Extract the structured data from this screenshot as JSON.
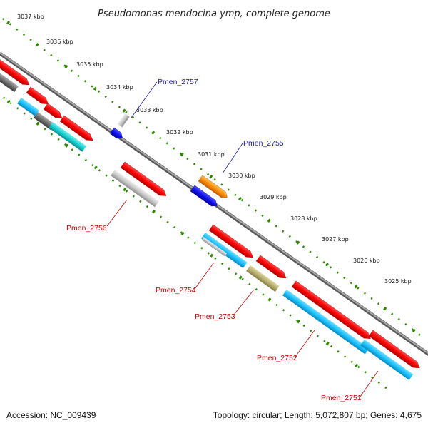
{
  "title": "Pseudomonas mendocina ymp, complete genome",
  "footer": {
    "accession": "Accession: NC_009439",
    "stats": "Topology: circular; Length: 5,072,807 bp; Genes: 4,675"
  },
  "ruler": {
    "unit": "kbp",
    "ticks": [
      "3037 kbp",
      "3036 kbp",
      "3035 kbp",
      "3034 kbp",
      "3033 kbp",
      "3032 kbp",
      "3031 kbp",
      "3030 kbp",
      "3029 kbp",
      "3028 kbp",
      "3027 kbp",
      "3026 kbp",
      "3025 kbp"
    ]
  },
  "genes": {
    "forward_labels": [
      "Pmen_2757",
      "Pmen_2755"
    ],
    "reverse_labels": [
      "Pmen_2756",
      "Pmen_2754",
      "Pmen_2753",
      "Pmen_2752",
      "Pmen_2751"
    ]
  },
  "colors": {
    "forward_label": "#1a1aaa",
    "reverse_label": "#cc0000",
    "tick_marks": "#2e8b00",
    "backbone": "#808080",
    "cds": "#ff0000",
    "gene_blue": "#1e1eff",
    "gene_cyan": "#18c2ff",
    "gene_orange": "#ff8c00",
    "gene_olive": "#b8b070",
    "gene_gray": "#c8c8c8"
  }
}
